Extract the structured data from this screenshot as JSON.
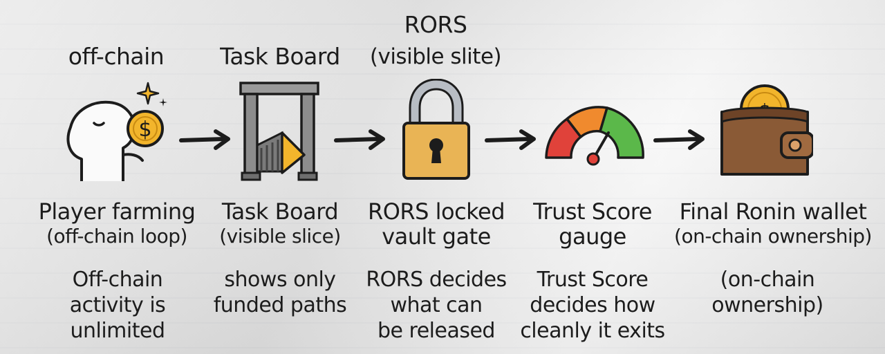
{
  "top_labels": {
    "off_chain": "off-chain",
    "task_board": "Task Board",
    "rors": "RORS",
    "rors_sub": "(visible slite)"
  },
  "stages": [
    {
      "icon": "player-coin-icon",
      "title": "Player farming",
      "subtitle": "(off-chain loop)",
      "desc": [
        "Off-chain",
        "activity is",
        "unlimited"
      ]
    },
    {
      "icon": "task-board-gate-icon",
      "title": "Task Board",
      "subtitle": "(visible slice)",
      "desc": [
        "shows only",
        "funded paths"
      ]
    },
    {
      "icon": "padlock-icon",
      "title": "RORS locked",
      "subtitle": "vault gate",
      "desc": [
        "RORS decides",
        "what can",
        "be released"
      ]
    },
    {
      "icon": "gauge-icon",
      "title": "Trust Score",
      "subtitle": "gauge",
      "desc": [
        "Trust Score",
        "decides how",
        "cleanly it exits"
      ]
    },
    {
      "icon": "wallet-icon",
      "title": "Final Ronin wallet",
      "subtitle": "(on-chain ownership)",
      "desc": [
        "(on-chain",
        "ownership)"
      ]
    }
  ],
  "colors": {
    "coin": "#f2b52c",
    "lock": "#e9b455",
    "gauge_red": "#e0423a",
    "gauge_orange": "#f08a2e",
    "gauge_green": "#5bb84a",
    "wallet": "#8a5a36"
  }
}
